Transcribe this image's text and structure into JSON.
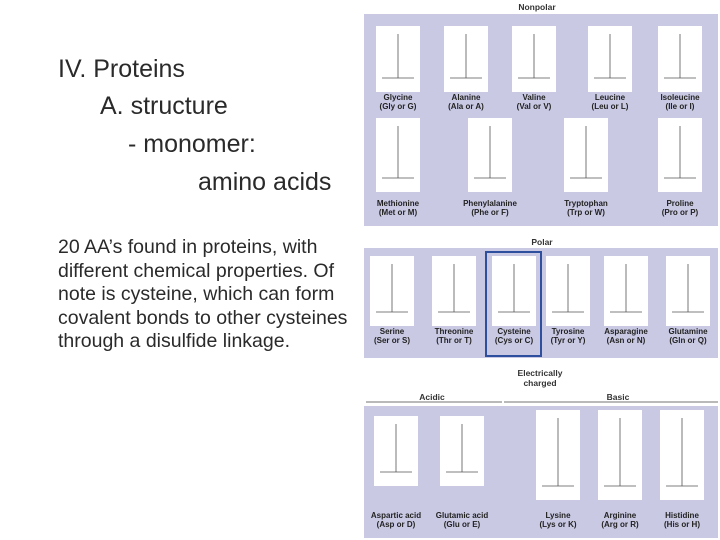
{
  "slide": {
    "heading1": "IV. Proteins",
    "heading2": "A. structure",
    "heading3": "- monomer:",
    "heading4": "amino acids",
    "body": "20 AA’s found in proteins, with different chemical properties. Of note is cysteine, which can form covalent bonds to other cysteines through a disulfide linkage."
  },
  "figure": {
    "groups": {
      "nonpolar": "Nonpolar",
      "polar": "Polar",
      "charged": "Electrically charged",
      "acidic": "Acidic",
      "basic": "Basic"
    },
    "nonpolar_row1": [
      {
        "name": "Glycine",
        "abbr": "(Gly or G)"
      },
      {
        "name": "Alanine",
        "abbr": "(Ala or A)"
      },
      {
        "name": "Valine",
        "abbr": "(Val or V)"
      },
      {
        "name": "Leucine",
        "abbr": "(Leu or L)"
      },
      {
        "name": "Isoleucine",
        "abbr": "(Ile or I)"
      }
    ],
    "nonpolar_row2": [
      {
        "name": "Methionine",
        "abbr": "(Met or M)"
      },
      {
        "name": "Phenylalanine",
        "abbr": "(Phe or F)"
      },
      {
        "name": "Tryptophan",
        "abbr": "(Trp or W)"
      },
      {
        "name": "Proline",
        "abbr": "(Pro or P)"
      }
    ],
    "polar": [
      {
        "name": "Serine",
        "abbr": "(Ser or S)"
      },
      {
        "name": "Threonine",
        "abbr": "(Thr or T)"
      },
      {
        "name": "Cysteine",
        "abbr": "(Cys or C)"
      },
      {
        "name": "Tyrosine",
        "abbr": "(Tyr or Y)"
      },
      {
        "name": "Asparagine",
        "abbr": "(Asn or N)"
      },
      {
        "name": "Glutamine",
        "abbr": "(Gln or Q)"
      }
    ],
    "acidic": [
      {
        "name": "Aspartic acid",
        "abbr": "(Asp or D)"
      },
      {
        "name": "Glutamic acid",
        "abbr": "(Glu or E)"
      }
    ],
    "basic": [
      {
        "name": "Lysine",
        "abbr": "(Lys or K)"
      },
      {
        "name": "Arginine",
        "abbr": "(Arg or R)"
      },
      {
        "name": "Histidine",
        "abbr": "(His or H)"
      }
    ],
    "colors": {
      "panel": "#c9c9e4",
      "highlight": "#2d4f9e",
      "card": "#ffffff"
    }
  }
}
